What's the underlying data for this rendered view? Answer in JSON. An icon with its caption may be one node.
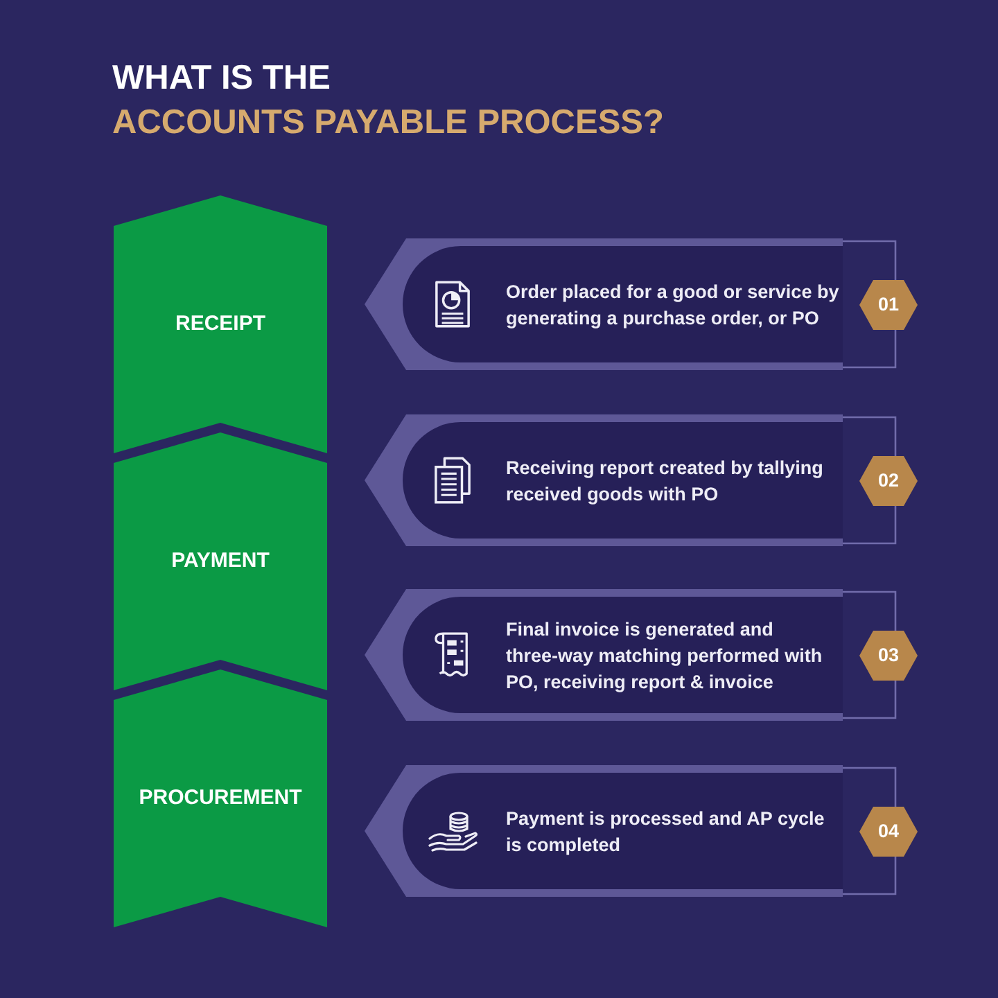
{
  "diagram": {
    "title": "WHAT IS THE ACCOUNTS PAYABLE PROCESS?",
    "nodes": [
      {
        "text": [
          "RECEIPT"
        ]
      },
      {
        "text": [
          "PAYMENT"
        ]
      },
      {
        "text": [
          "PROCUREMENT"
        ]
      },
      {
        "text": [
          "Order placed for a good or service by generating a purchase order, or PO"
        ]
      },
      {
        "text": [
          "01"
        ]
      },
      {
        "text": [
          "Receiving report created by tallying received goods with PO"
        ]
      },
      {
        "text": [
          "02"
        ]
      },
      {
        "text": [
          "Final invoice is generated and three-way matching performed with PO, receiving report & invoice"
        ]
      },
      {
        "text": [
          "03"
        ]
      },
      {
        "text": [
          "Payment is processed and AP cycle is completed"
        ]
      },
      {
        "text": [
          "04"
        ]
      }
    ]
  }
}
